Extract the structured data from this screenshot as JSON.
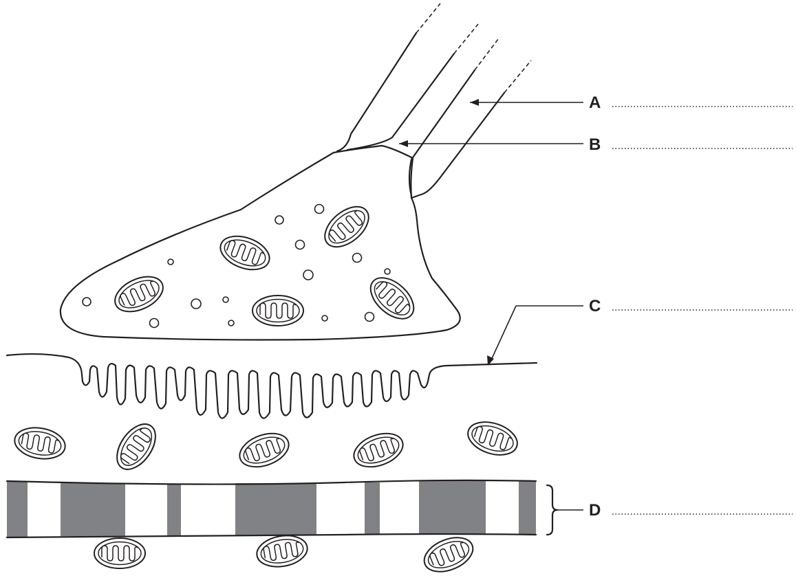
{
  "labels": {
    "A": "A",
    "B": "B",
    "C": "C",
    "D": "D"
  },
  "colors": {
    "ink": "#231f20",
    "dark_band": "#808285",
    "background": "#ffffff"
  }
}
